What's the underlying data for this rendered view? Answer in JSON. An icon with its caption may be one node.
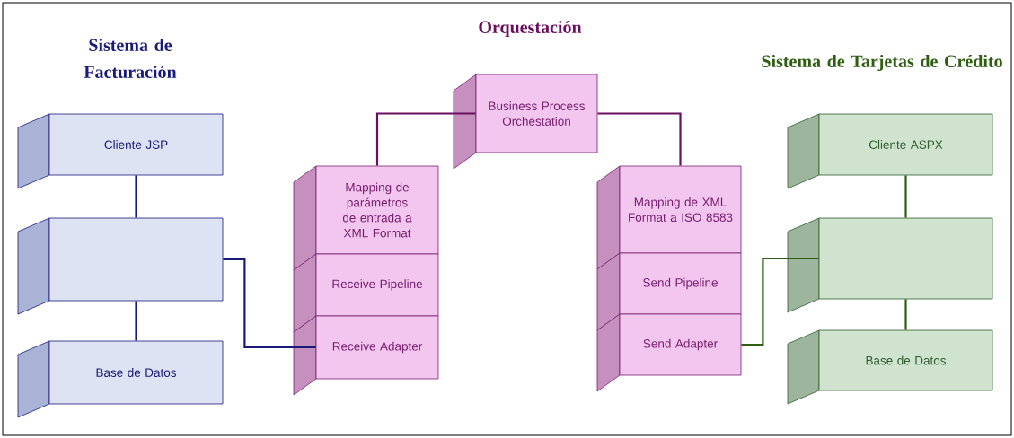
{
  "diagram": {
    "nodes": [
      {
        "text": [
          "Cliente JSP"
        ]
      },
      {
        "text": [],
        "shape": "box"
      },
      {
        "text": [
          "Base de Datos"
        ]
      },
      {
        "text": [
          "Business Process Orchestation"
        ]
      },
      {
        "text": [
          "Mapping de parámetros de entrada a XML Format"
        ]
      },
      {
        "text": [
          "Receive Pipeline"
        ]
      },
      {
        "text": [
          "Receive Adapter"
        ]
      },
      {
        "text": [
          "Mapping de XML Format a ISO 8583"
        ]
      },
      {
        "text": [
          "Send Pipeline"
        ]
      },
      {
        "text": [
          "Send Adapter"
        ]
      },
      {
        "text": [
          "Cliente ASPX"
        ]
      },
      {
        "text": [],
        "shape": "box"
      },
      {
        "text": [
          "Base de Datos"
        ]
      }
    ],
    "edges": [
      {
        "from": 0,
        "to": 1,
        "arrow": "none",
        "color": "#1a1a7a"
      },
      {
        "from": 1,
        "to": 2,
        "arrow": "none",
        "color": "#1a1a7a"
      },
      {
        "from": 1,
        "to": 6,
        "arrow": "none",
        "color": "#1a1a7a"
      },
      {
        "from": 4,
        "to": 3,
        "arrow": "none",
        "color": "#6a0f5f"
      },
      {
        "from": 3,
        "to": 7,
        "arrow": "none",
        "color": "#6a0f5f"
      },
      {
        "from": 9,
        "to": 11,
        "arrow": "none",
        "color": "#2e5e10"
      },
      {
        "from": 10,
        "to": 11,
        "arrow": "none",
        "color": "#2e5e10"
      },
      {
        "from": 11,
        "to": 12,
        "arrow": "none",
        "color": "#2e5e10"
      }
    ],
    "labels": [
      "Sistema de Facturación",
      "Orquestación",
      "Sistema de Tarjetas de Crédito"
    ]
  }
}
